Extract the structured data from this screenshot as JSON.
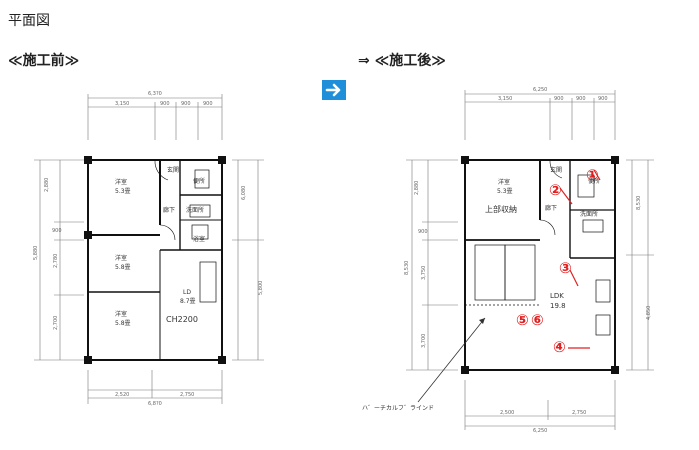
{
  "page": {
    "title": "平面図",
    "before_label": "≪施工前≫",
    "after_label": "⇒ ≪施工後≫"
  },
  "before": {
    "dims_top": [
      "6,3?0",
      "3,150",
      "900",
      "900",
      "900"
    ],
    "dims_bottom": [
      "2,520",
      "2,750",
      "6,8?0"
    ],
    "dims_left": [
      "2,880",
      "900",
      "5,880",
      "2,780",
      "2,700"
    ],
    "dims_right": [
      "6,080",
      "5,800"
    ],
    "rooms": {
      "entry": "玄関",
      "wc": "便所",
      "bath": "浴室",
      "wash": "洗面所",
      "hall": "廊下",
      "room1": "洋室",
      "room1_size": "5.3畳",
      "room2": "洋室",
      "room2_size": "5.8畳",
      "room3": "洋室",
      "room3_size": "5.8畳",
      "ld": "LD",
      "ld_size": "8.7畳",
      "ch": "CH2200"
    }
  },
  "after": {
    "dims_top": [
      "6,250",
      "3,150",
      "900",
      "900",
      "900"
    ],
    "dims_bottom": [
      "2,500",
      "2,750",
      "6,250"
    ],
    "dims_left": [
      "2,880",
      "900",
      "8,530",
      "3,750",
      "3,700"
    ],
    "dims_right": [
      "8,530",
      "4,850"
    ],
    "rooms": {
      "entry": "玄関",
      "wc": "便所",
      "wash": "洗面所",
      "hall": "廊下",
      "room1": "洋室",
      "room1_size": "5.3畳",
      "storage": "上部収納",
      "ldk": "LDK",
      "ldk_size": "19.8",
      "blind": "ハ゛ーチカルフ゛ラインド"
    },
    "markers": [
      "①",
      "②",
      "③",
      "④",
      "⑤",
      "⑥"
    ]
  },
  "colors": {
    "marker": "#e02020",
    "arrow_button": "#1e8fd8",
    "wall": "#111111"
  }
}
